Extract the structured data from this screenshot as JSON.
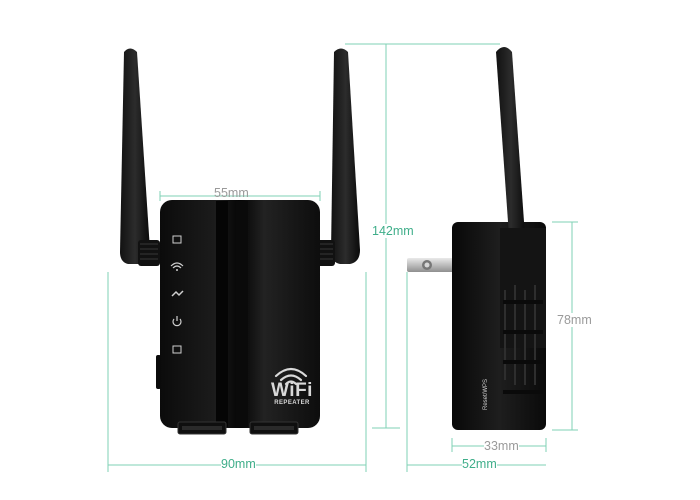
{
  "dimensions": {
    "width_front": "55mm",
    "height_total": "142mm",
    "height_body": "78mm",
    "width_bottom_front": "90mm",
    "depth_side": "33mm",
    "depth_total": "52mm"
  },
  "device": {
    "brand_word": "WiFi",
    "brand_sub": "REPEATER",
    "side_label": "Reset/WPS"
  },
  "colors": {
    "dimension_line": "#7fd2b6",
    "dimension_text_green": "#3fae8a",
    "dimension_text_grey": "#9a9a9a",
    "device_body": "#151515"
  }
}
